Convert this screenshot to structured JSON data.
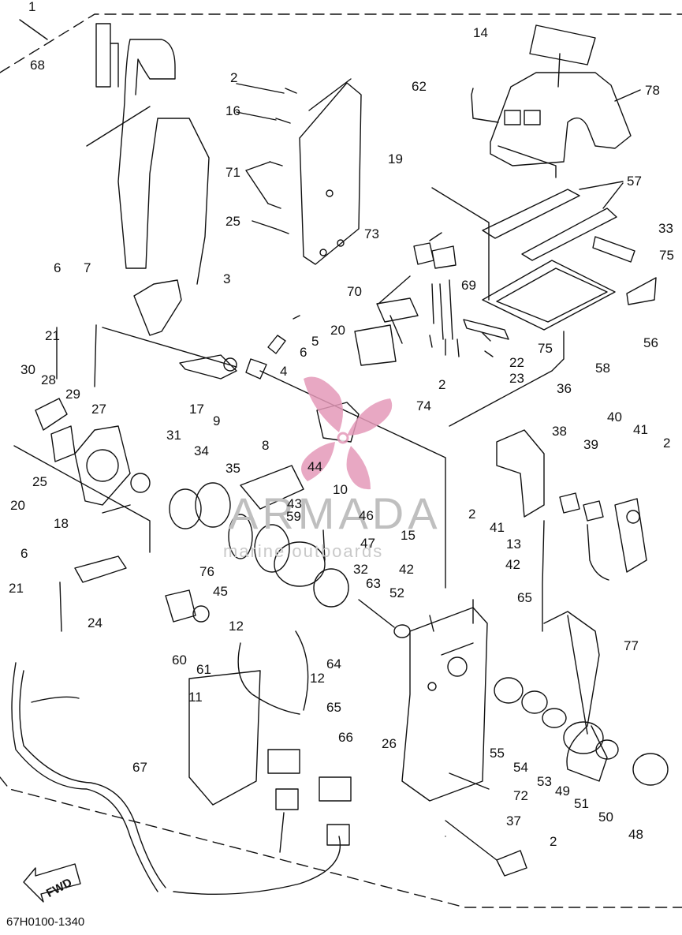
{
  "diagram_code": "67H0100-1340",
  "watermark": {
    "brand": "ARMADA",
    "tagline": "marine outboards"
  },
  "fwd_label": "FWD",
  "callouts": [
    {
      "id": "c1",
      "text": "1"
    },
    {
      "id": "c68",
      "text": "68"
    },
    {
      "id": "c2a",
      "text": "2"
    },
    {
      "id": "c16",
      "text": "16"
    },
    {
      "id": "c71",
      "text": "71"
    },
    {
      "id": "c25a",
      "text": "25"
    },
    {
      "id": "c14",
      "text": "14"
    },
    {
      "id": "c62",
      "text": "62"
    },
    {
      "id": "c78",
      "text": "78"
    },
    {
      "id": "c19",
      "text": "19"
    },
    {
      "id": "c57",
      "text": "57"
    },
    {
      "id": "c33",
      "text": "33"
    },
    {
      "id": "c75a",
      "text": "75"
    },
    {
      "id": "c73",
      "text": "73"
    },
    {
      "id": "c70",
      "text": "70"
    },
    {
      "id": "c69",
      "text": "69"
    },
    {
      "id": "c56",
      "text": "56"
    },
    {
      "id": "c75b",
      "text": "75"
    },
    {
      "id": "c22",
      "text": "22"
    },
    {
      "id": "c23",
      "text": "23"
    },
    {
      "id": "c58",
      "text": "58"
    },
    {
      "id": "c6a",
      "text": "6"
    },
    {
      "id": "c7",
      "text": "7"
    },
    {
      "id": "c3",
      "text": "3"
    },
    {
      "id": "c21a",
      "text": "21"
    },
    {
      "id": "c5",
      "text": "5"
    },
    {
      "id": "c6b",
      "text": "6"
    },
    {
      "id": "c20a",
      "text": "20"
    },
    {
      "id": "c4",
      "text": "4"
    },
    {
      "id": "c2b",
      "text": "2"
    },
    {
      "id": "c74",
      "text": "74"
    },
    {
      "id": "c17",
      "text": "17"
    },
    {
      "id": "c9",
      "text": "9"
    },
    {
      "id": "c30",
      "text": "30"
    },
    {
      "id": "c28",
      "text": "28"
    },
    {
      "id": "c29",
      "text": "29"
    },
    {
      "id": "c27",
      "text": "27"
    },
    {
      "id": "c36",
      "text": "36"
    },
    {
      "id": "c8",
      "text": "8"
    },
    {
      "id": "c40",
      "text": "40"
    },
    {
      "id": "c41a",
      "text": "41"
    },
    {
      "id": "c2c",
      "text": "2"
    },
    {
      "id": "c38",
      "text": "38"
    },
    {
      "id": "c39",
      "text": "39"
    },
    {
      "id": "c31",
      "text": "31"
    },
    {
      "id": "c34",
      "text": "34"
    },
    {
      "id": "c44",
      "text": "44"
    },
    {
      "id": "c10",
      "text": "10"
    },
    {
      "id": "c25b",
      "text": "25"
    },
    {
      "id": "c35",
      "text": "35"
    },
    {
      "id": "c43",
      "text": "43"
    },
    {
      "id": "c2d",
      "text": "2"
    },
    {
      "id": "c41b",
      "text": "41"
    },
    {
      "id": "c20b",
      "text": "20"
    },
    {
      "id": "c18",
      "text": "18"
    },
    {
      "id": "c59",
      "text": "59"
    },
    {
      "id": "c46",
      "text": "46"
    },
    {
      "id": "c15",
      "text": "15"
    },
    {
      "id": "c13",
      "text": "13"
    },
    {
      "id": "c6c",
      "text": "6"
    },
    {
      "id": "c47",
      "text": "47"
    },
    {
      "id": "c42a",
      "text": "42"
    },
    {
      "id": "c42b",
      "text": "42"
    },
    {
      "id": "c21b",
      "text": "21"
    },
    {
      "id": "c76",
      "text": "76"
    },
    {
      "id": "c45",
      "text": "45"
    },
    {
      "id": "c32",
      "text": "32"
    },
    {
      "id": "c63",
      "text": "63"
    },
    {
      "id": "c52",
      "text": "52"
    },
    {
      "id": "c24",
      "text": "24"
    },
    {
      "id": "c65a",
      "text": "65"
    },
    {
      "id": "c12a",
      "text": "12"
    },
    {
      "id": "c77",
      "text": "77"
    },
    {
      "id": "c60",
      "text": "60"
    },
    {
      "id": "c61",
      "text": "61"
    },
    {
      "id": "c12b",
      "text": "12"
    },
    {
      "id": "c64",
      "text": "64"
    },
    {
      "id": "c11",
      "text": "11"
    },
    {
      "id": "c65b",
      "text": "65"
    },
    {
      "id": "c55",
      "text": "55"
    },
    {
      "id": "c54",
      "text": "54"
    },
    {
      "id": "c53",
      "text": "53"
    },
    {
      "id": "c49",
      "text": "49"
    },
    {
      "id": "c51",
      "text": "51"
    },
    {
      "id": "c50",
      "text": "50"
    },
    {
      "id": "c48",
      "text": "48"
    },
    {
      "id": "c66",
      "text": "66"
    },
    {
      "id": "c26",
      "text": "26"
    },
    {
      "id": "c67",
      "text": "67"
    },
    {
      "id": "c72",
      "text": "72"
    },
    {
      "id": "c37",
      "text": "37"
    },
    {
      "id": "c2e",
      "text": "2"
    }
  ]
}
